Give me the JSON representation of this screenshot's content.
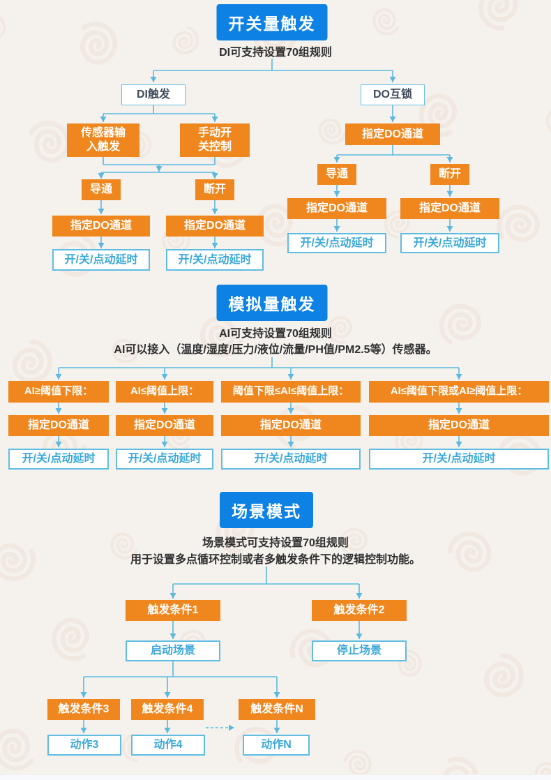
{
  "colors": {
    "header_blue": "#0e82e4",
    "node_orange": "#f0861e",
    "connector_blue": "#5bb9e0",
    "outline_border": "#5fbde2",
    "outline_text": "#3ba8d8",
    "text_dark": "#2f2f2f",
    "background": "#f5f2ee"
  },
  "s1": {
    "title": "开关量触发",
    "subtitle": "DI可支持设置70组规则",
    "di_root": "DI触发",
    "do_root": "DO互锁",
    "sensor_trigger": "传感器输\n入触发",
    "manual_switch": "手动开\n关控制",
    "on": "导通",
    "off": "断开",
    "assign_do": "指定DO通道",
    "delay": "开/关/点动延时"
  },
  "s2": {
    "title": "模拟量触发",
    "subtitle1": "AI可支持设置70组规则",
    "subtitle2": "AI可以接入（温度/湿度/压力/液位/流量/PH值/PM2.5等）传感器。",
    "conditions": [
      "AI≥阈值下限：",
      "AI≤阈值上限：",
      "阈值下限≤AI≤阈值上限：",
      "AI≤阈值下限或AI≥阈值上限："
    ],
    "assign_do": "指定DO通道",
    "delay": "开/关/点动延时"
  },
  "s3": {
    "title": "场景模式",
    "subtitle1": "场景模式可支持设置70组规则",
    "subtitle2": "用于设置多点循环控制或者多触发条件下的逻辑控制功能。",
    "cond1": "触发条件1",
    "cond2": "触发条件2",
    "start_scene": "启动场景",
    "stop_scene": "停止场景",
    "cond3": "触发条件3",
    "cond4": "触发条件4",
    "condN": "触发条件N",
    "act3": "动作3",
    "act4": "动作4",
    "actN": "动作N"
  }
}
